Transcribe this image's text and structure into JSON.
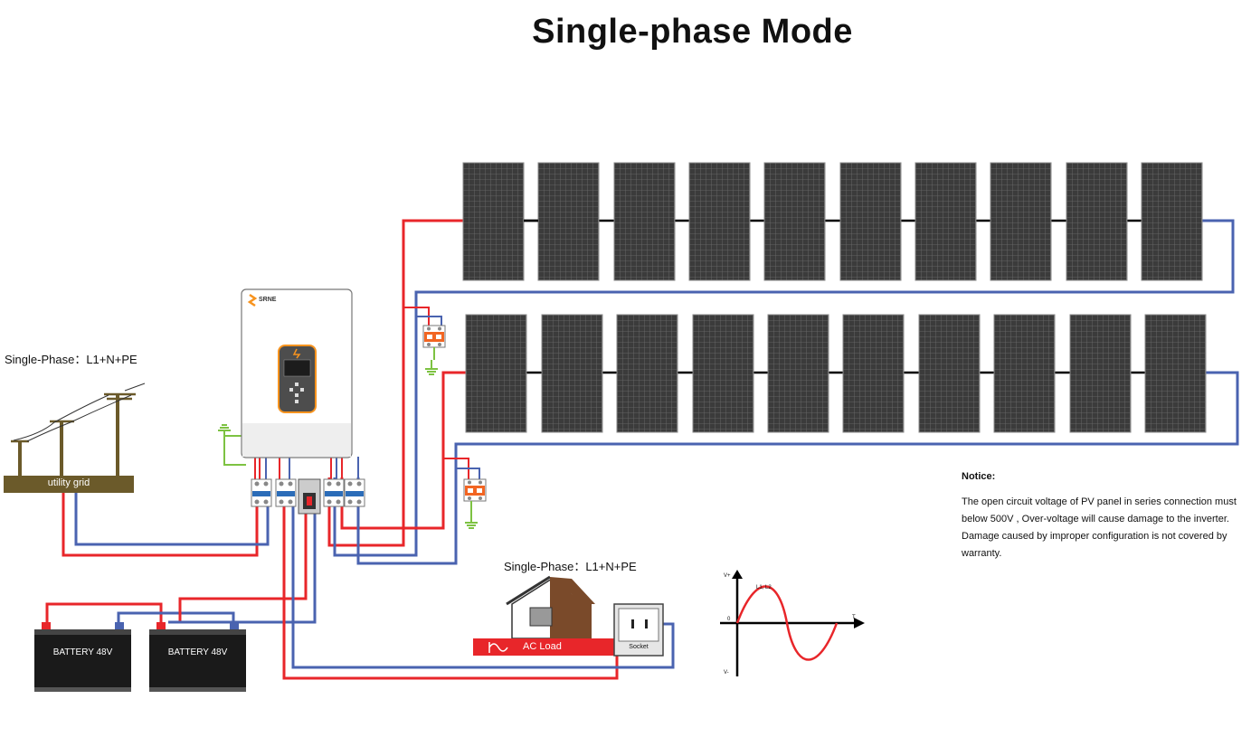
{
  "title": "Single-phase Mode",
  "grid": {
    "label": "Single-Phase：L1+N+PE",
    "box_label": "utility grid"
  },
  "inverter": {
    "brand": "SRNE"
  },
  "batteries": [
    "BATTERY 48V",
    "BATTERY 48V"
  ],
  "load": {
    "label": "Single-Phase：L1+N+PE",
    "ac_load": "AC Load",
    "socket": "Socket"
  },
  "waveform": {
    "vplus": "V+",
    "vminus": "V-",
    "zero": "0",
    "series": "L1, L2",
    "t": "T"
  },
  "notice": {
    "heading": "Notice:",
    "text": "The open circuit voltage of PV panel in series connection must below 500V , Over-voltage will cause damage to the inverter. Damage caused by improper configuration is not covered by warranty."
  },
  "colors": {
    "positive": "#e8262a",
    "negative": "#4a63b0",
    "ground": "#7dc242",
    "panel": "#3a3a3a",
    "spd": "#f26522",
    "inverter_accent": "#f7931e"
  }
}
